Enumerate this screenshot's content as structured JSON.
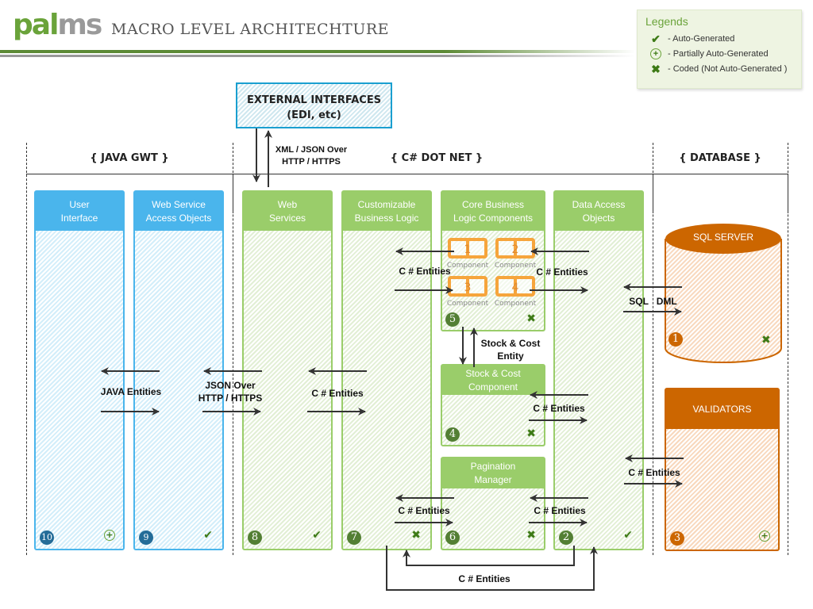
{
  "header": {
    "logo_part1": "pal",
    "logo_part2": "ms",
    "title": "MACRO LEVEL ARCHITECHTURE"
  },
  "legend": {
    "title": "Legends",
    "items": [
      {
        "icon": "check-icon",
        "label": "-  Auto-Generated"
      },
      {
        "icon": "plus-circle-icon",
        "label": "-  Partially Auto-Generated"
      },
      {
        "icon": "x-icon",
        "label": "-  Coded (Not Auto-Generated )"
      }
    ]
  },
  "external": {
    "line1": "EXTERNAL INTERFACES",
    "line2": "(EDI, etc)",
    "protocol_line1": "XML / JSON Over",
    "protocol_line2": "HTTP / HTTPS"
  },
  "sections": {
    "java": "{  JAVA GWT  }",
    "dotnet": "{  C# DOT NET  }",
    "database": "{  DATABASE  }"
  },
  "boxes": {
    "ui": {
      "title": "User\nInterface",
      "number": "10",
      "status": "partial"
    },
    "wsao": {
      "title": "Web Service\nAccess Objects",
      "number": "9",
      "status": "auto"
    },
    "ws": {
      "title": "Web\nServices",
      "number": "8",
      "status": "auto"
    },
    "cbl": {
      "title": "Customizable\nBusiness Logic",
      "number": "7",
      "status": "coded"
    },
    "core": {
      "title": "Core Business\nLogic Components",
      "number": "5",
      "status": "coded"
    },
    "dao": {
      "title": "Data Access\nObjects",
      "number": "2",
      "status": "auto"
    },
    "stock": {
      "title": "Stock & Cost\nComponent",
      "number": "4",
      "status": "coded"
    },
    "pagination": {
      "title": "Pagination\nManager",
      "number": "6",
      "status": "coded"
    },
    "sql": {
      "title": "SQL  SERVER",
      "number": "1",
      "status": "coded"
    },
    "validators": {
      "title": "VALIDATORS",
      "number": "3",
      "status": "partial"
    }
  },
  "components": [
    {
      "number": "1",
      "caption": "Component"
    },
    {
      "number": "2",
      "caption": "Component"
    },
    {
      "number": "3",
      "caption": "Component"
    },
    {
      "number": "4",
      "caption": "Component"
    }
  ],
  "labels": {
    "java_entities": "JAVA Entities",
    "json_line1": "JSON Over",
    "json_line2": "HTTP / HTTPS",
    "cs_entities_ws": "C # Entities",
    "cs_entities_core_left": "C # Entities",
    "cs_entities_core_right": "C # Entities",
    "sql_dml": "SQL   DML",
    "stock_entity_line1": "Stock & Cost",
    "stock_entity_line2": "Entity",
    "cs_entities_stock": "C # Entities",
    "cs_entities_validators": "C # Entities",
    "cs_entities_pag_left": "C # Entities",
    "cs_entities_pag_right": "C # Entities",
    "cs_entities_bottom": "C # Entities"
  },
  "colors": {
    "java_blue": "#4ab5ec",
    "dotnet_green": "#9acd6a",
    "database_orange": "#cc6600",
    "external_border": "#1a9fd0",
    "component_orange": "#f6a53c"
  }
}
